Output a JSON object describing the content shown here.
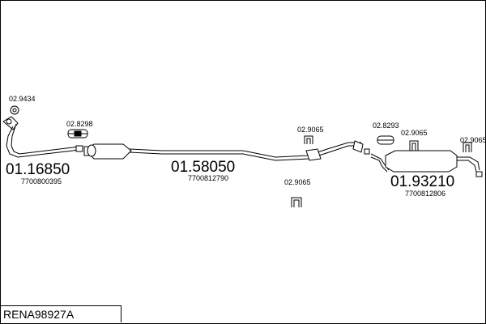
{
  "parts": {
    "front_pipe": {
      "code": "01.16850",
      "ref": "7700800395"
    },
    "middle_silencer": {
      "code": "01.58050",
      "ref": "7700812790"
    },
    "rear_silencer": {
      "code": "01.93210",
      "ref": "7700812806"
    }
  },
  "accessories": {
    "gasket_front": "02.9434",
    "clamp_front": "02.8298",
    "hanger_mid_top": "02.9065",
    "hanger_mid_bottom": "02.9065",
    "clamp_rear": "02.8293",
    "hanger_rear_mid": "02.9065",
    "hanger_rear_end": "02.9065"
  },
  "reference": "RENA98927A"
}
